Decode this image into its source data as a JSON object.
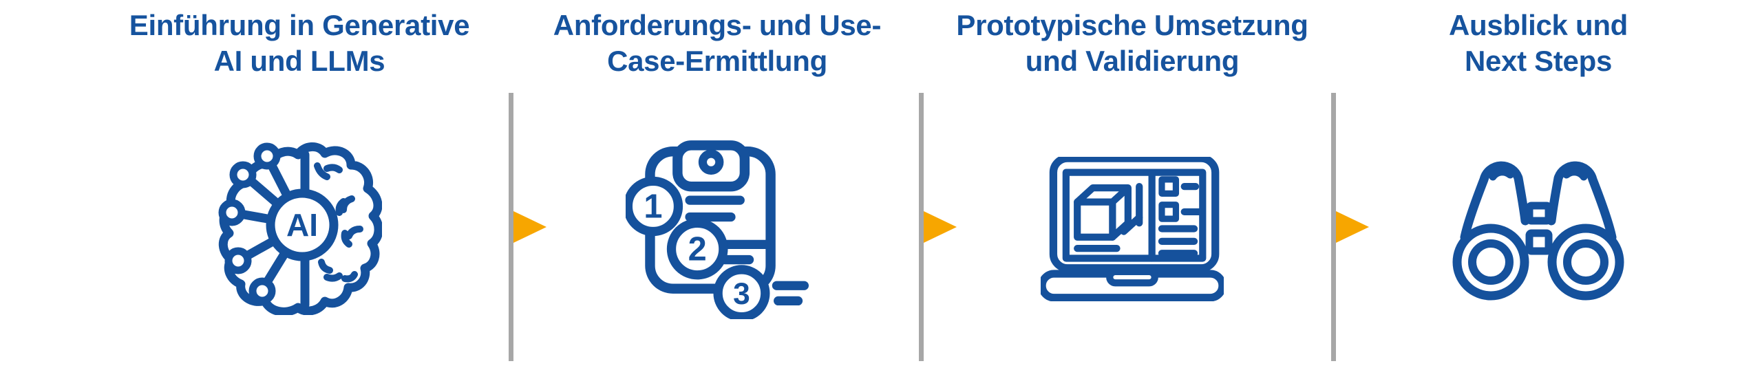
{
  "diagram": {
    "type": "process-flow",
    "background": "#FFFFFF",
    "colors": {
      "title_text": "#16539E",
      "icon_stroke": "#15519C",
      "arrow_orange": "#F7A600",
      "divider_gray": "#A7A7A7"
    },
    "stages": [
      {
        "title_line1": "Einführung in Generative",
        "title_line2": "AI und LLMs",
        "icon": "ai-brain-icon",
        "icon_label": "AI"
      },
      {
        "title_line1": "Anforderungs- und Use-",
        "title_line2": "Case-Ermittlung",
        "icon": "clipboard-numbered-list-icon",
        "step_numbers": [
          "1",
          "2",
          "3"
        ]
      },
      {
        "title_line1": "Prototypische Umsetzung",
        "title_line2": "und Validierung",
        "icon": "laptop-prototype-icon"
      },
      {
        "title_line1": "Ausblick und",
        "title_line2": "Next Steps",
        "icon": "binoculars-icon"
      }
    ],
    "connectors": {
      "count": 3,
      "style": "vertical gray divider with orange right-pointing arrow"
    }
  }
}
